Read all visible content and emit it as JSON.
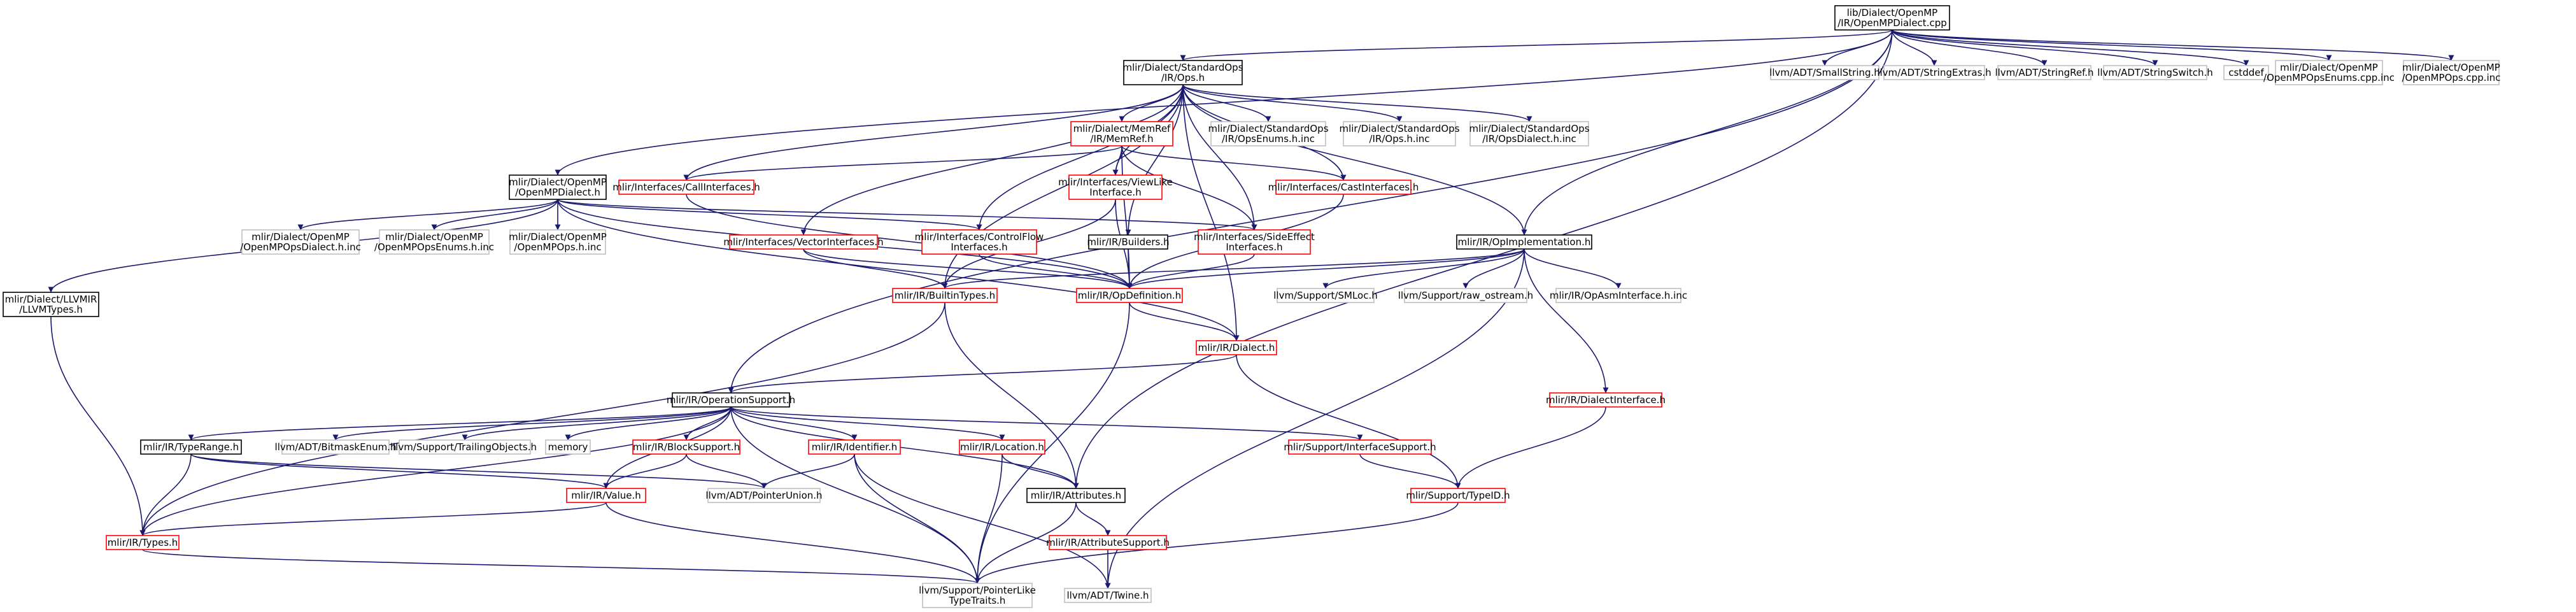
{
  "colors": {
    "edge": "#191970",
    "root_fill": "#bfbfbf",
    "documented_border": "#000000",
    "missing_border": "#ff0000",
    "external_border": "#bfbfbf",
    "text": "#000000",
    "external_text": "#000000"
  },
  "nodes": [
    {
      "id": "root",
      "kind": "root",
      "lines": [
        "lib/Dialect/OpenMP",
        "/IR/OpenMPDialect.cpp"
      ]
    },
    {
      "id": "stdops",
      "kind": "documented",
      "lines": [
        "mlir/Dialect/StandardOps",
        "/IR/Ops.h"
      ]
    },
    {
      "id": "smallstring",
      "kind": "external",
      "lines": [
        "llvm/ADT/SmallString.h"
      ]
    },
    {
      "id": "stringextras",
      "kind": "external",
      "lines": [
        "llvm/ADT/StringExtras.h"
      ]
    },
    {
      "id": "stringref",
      "kind": "external",
      "lines": [
        "llvm/ADT/StringRef.h"
      ]
    },
    {
      "id": "stringswitch",
      "kind": "external",
      "lines": [
        "llvm/ADT/StringSwitch.h"
      ]
    },
    {
      "id": "cstddef",
      "kind": "external",
      "lines": [
        "cstddef"
      ]
    },
    {
      "id": "enumscpp",
      "kind": "external",
      "lines": [
        "mlir/Dialect/OpenMP",
        "/OpenMPOpsEnums.cpp.inc"
      ]
    },
    {
      "id": "opscpp",
      "kind": "external",
      "lines": [
        "mlir/Dialect/OpenMP",
        "/OpenMPOps.cpp.inc"
      ]
    },
    {
      "id": "memref",
      "kind": "missing",
      "lines": [
        "mlir/Dialect/MemRef",
        "/IR/MemRef.h"
      ]
    },
    {
      "id": "stdenums",
      "kind": "external",
      "lines": [
        "mlir/Dialect/StandardOps",
        "/IR/OpsEnums.h.inc"
      ]
    },
    {
      "id": "stdopshinc",
      "kind": "external",
      "lines": [
        "mlir/Dialect/StandardOps",
        "/IR/Ops.h.inc"
      ]
    },
    {
      "id": "stddialectinc",
      "kind": "external",
      "lines": [
        "mlir/Dialect/StandardOps",
        "/IR/OpsDialect.h.inc"
      ]
    },
    {
      "id": "ompdialect",
      "kind": "documented",
      "lines": [
        "mlir/Dialect/OpenMP",
        "/OpenMPDialect.h"
      ]
    },
    {
      "id": "callif",
      "kind": "missing",
      "lines": [
        "mlir/Interfaces/CallInterfaces.h"
      ]
    },
    {
      "id": "viewlike",
      "kind": "missing",
      "lines": [
        "mlir/Interfaces/ViewLike",
        "Interface.h"
      ]
    },
    {
      "id": "castif",
      "kind": "missing",
      "lines": [
        "mlir/Interfaces/CastInterfaces.h"
      ]
    },
    {
      "id": "ompdialecthinc",
      "kind": "external",
      "lines": [
        "mlir/Dialect/OpenMP",
        "/OpenMPOpsDialect.h.inc"
      ]
    },
    {
      "id": "ompenumshinc",
      "kind": "external",
      "lines": [
        "mlir/Dialect/OpenMP",
        "/OpenMPOpsEnums.h.inc"
      ]
    },
    {
      "id": "ompopshinc",
      "kind": "external",
      "lines": [
        "mlir/Dialect/OpenMP",
        "/OpenMPOps.h.inc"
      ]
    },
    {
      "id": "vectorif",
      "kind": "missing",
      "lines": [
        "mlir/Interfaces/VectorInterfaces.h"
      ]
    },
    {
      "id": "controlflow",
      "kind": "missing",
      "lines": [
        "mlir/Interfaces/ControlFlow",
        "Interfaces.h"
      ]
    },
    {
      "id": "builders",
      "kind": "documented",
      "lines": [
        "mlir/IR/Builders.h"
      ]
    },
    {
      "id": "sideeffect",
      "kind": "missing",
      "lines": [
        "mlir/Interfaces/SideEffect",
        "Interfaces.h"
      ]
    },
    {
      "id": "opimpl",
      "kind": "documented",
      "lines": [
        "mlir/IR/OpImplementation.h"
      ]
    },
    {
      "id": "llvmtypes",
      "kind": "documented",
      "lines": [
        "mlir/Dialect/LLVMIR",
        "/LLVMTypes.h"
      ]
    },
    {
      "id": "builtintypes",
      "kind": "missing",
      "lines": [
        "mlir/IR/BuiltinTypes.h"
      ]
    },
    {
      "id": "opdef",
      "kind": "missing",
      "lines": [
        "mlir/IR/OpDefinition.h"
      ]
    },
    {
      "id": "smloc",
      "kind": "external",
      "lines": [
        "llvm/Support/SMLoc.h"
      ]
    },
    {
      "id": "rawostream",
      "kind": "external",
      "lines": [
        "llvm/Support/raw_ostream.h"
      ]
    },
    {
      "id": "opasminc",
      "kind": "external",
      "lines": [
        "mlir/IR/OpAsmInterface.h.inc"
      ]
    },
    {
      "id": "dialect",
      "kind": "missing",
      "lines": [
        "mlir/IR/Dialect.h"
      ]
    },
    {
      "id": "opsupport",
      "kind": "documented",
      "lines": [
        "mlir/IR/OperationSupport.h"
      ]
    },
    {
      "id": "dialectif",
      "kind": "missing",
      "lines": [
        "mlir/IR/DialectInterface.h"
      ]
    },
    {
      "id": "typerange",
      "kind": "documented",
      "lines": [
        "mlir/IR/TypeRange.h"
      ]
    },
    {
      "id": "bitmaskenum",
      "kind": "external",
      "lines": [
        "llvm/ADT/BitmaskEnum.h"
      ]
    },
    {
      "id": "trailingobj",
      "kind": "external",
      "lines": [
        "llvm/Support/TrailingObjects.h"
      ]
    },
    {
      "id": "memory",
      "kind": "external",
      "lines": [
        "memory"
      ]
    },
    {
      "id": "blocksupport",
      "kind": "missing",
      "lines": [
        "mlir/IR/BlockSupport.h"
      ]
    },
    {
      "id": "identifier",
      "kind": "missing",
      "lines": [
        "mlir/IR/Identifier.h"
      ]
    },
    {
      "id": "location",
      "kind": "missing",
      "lines": [
        "mlir/IR/Location.h"
      ]
    },
    {
      "id": "ifsupport",
      "kind": "missing",
      "lines": [
        "mlir/Support/InterfaceSupport.h"
      ]
    },
    {
      "id": "value",
      "kind": "missing",
      "lines": [
        "mlir/IR/Value.h"
      ]
    },
    {
      "id": "pointerunion",
      "kind": "external",
      "lines": [
        "llvm/ADT/PointerUnion.h"
      ]
    },
    {
      "id": "attributes",
      "kind": "documented",
      "lines": [
        "mlir/IR/Attributes.h"
      ]
    },
    {
      "id": "typeid",
      "kind": "missing",
      "lines": [
        "mlir/Support/TypeID.h"
      ]
    },
    {
      "id": "types",
      "kind": "missing",
      "lines": [
        "mlir/IR/Types.h"
      ]
    },
    {
      "id": "attrsupport",
      "kind": "missing",
      "lines": [
        "mlir/IR/AttributeSupport.h"
      ]
    },
    {
      "id": "ptrliketraits",
      "kind": "external",
      "lines": [
        "llvm/Support/PointerLike",
        "TypeTraits.h"
      ]
    },
    {
      "id": "twine",
      "kind": "external",
      "lines": [
        "llvm/ADT/Twine.h"
      ]
    }
  ],
  "edges": [
    [
      "root",
      "stdops"
    ],
    [
      "root",
      "smallstring"
    ],
    [
      "root",
      "stringextras"
    ],
    [
      "root",
      "stringref"
    ],
    [
      "root",
      "stringswitch"
    ],
    [
      "root",
      "cstddef"
    ],
    [
      "root",
      "enumscpp"
    ],
    [
      "root",
      "opscpp"
    ],
    [
      "root",
      "ompdialect"
    ],
    [
      "root",
      "opimpl"
    ],
    [
      "root",
      "opsupport"
    ],
    [
      "root",
      "attributes"
    ],
    [
      "stdops",
      "memref"
    ],
    [
      "stdops",
      "stdenums"
    ],
    [
      "stdops",
      "stdopshinc"
    ],
    [
      "stdops",
      "stddialectinc"
    ],
    [
      "stdops",
      "callif"
    ],
    [
      "stdops",
      "castif"
    ],
    [
      "stdops",
      "viewlike"
    ],
    [
      "stdops",
      "vectorif"
    ],
    [
      "stdops",
      "controlflow"
    ],
    [
      "stdops",
      "builders"
    ],
    [
      "stdops",
      "sideeffect"
    ],
    [
      "stdops",
      "opimpl"
    ],
    [
      "stdops",
      "builtintypes"
    ],
    [
      "stdops",
      "dialect"
    ],
    [
      "memref",
      "callif"
    ],
    [
      "memref",
      "castif"
    ],
    [
      "memref",
      "viewlike"
    ],
    [
      "memref",
      "sideeffect"
    ],
    [
      "memref",
      "opdef"
    ],
    [
      "ompdialect",
      "ompdialecthinc"
    ],
    [
      "ompdialect",
      "ompenumshinc"
    ],
    [
      "ompdialect",
      "ompopshinc"
    ],
    [
      "ompdialect",
      "llvmtypes"
    ],
    [
      "ompdialect",
      "controlflow"
    ],
    [
      "ompdialect",
      "sideeffect"
    ],
    [
      "ompdialect",
      "opdef"
    ],
    [
      "ompdialect",
      "dialect"
    ],
    [
      "callif",
      "opdef"
    ],
    [
      "castif",
      "opdef"
    ],
    [
      "viewlike",
      "builtintypes"
    ],
    [
      "viewlike",
      "opdef"
    ],
    [
      "vectorif",
      "builtintypes"
    ],
    [
      "vectorif",
      "opdef"
    ],
    [
      "controlflow",
      "opdef"
    ],
    [
      "builders",
      "opdef"
    ],
    [
      "sideeffect",
      "opdef"
    ],
    [
      "opimpl",
      "builtintypes"
    ],
    [
      "opimpl",
      "opdef"
    ],
    [
      "opimpl",
      "smloc"
    ],
    [
      "opimpl",
      "rawostream"
    ],
    [
      "opimpl",
      "opasminc"
    ],
    [
      "opimpl",
      "dialectif"
    ],
    [
      "opimpl",
      "twine"
    ],
    [
      "llvmtypes",
      "types"
    ],
    [
      "builtintypes",
      "types"
    ],
    [
      "builtintypes",
      "attributes"
    ],
    [
      "opdef",
      "dialect"
    ],
    [
      "opdef",
      "ptrliketraits"
    ],
    [
      "dialect",
      "opsupport"
    ],
    [
      "dialect",
      "typeid"
    ],
    [
      "opsupport",
      "typerange"
    ],
    [
      "opsupport",
      "bitmaskenum"
    ],
    [
      "opsupport",
      "trailingobj"
    ],
    [
      "opsupport",
      "memory"
    ],
    [
      "opsupport",
      "blocksupport"
    ],
    [
      "opsupport",
      "identifier"
    ],
    [
      "opsupport",
      "location"
    ],
    [
      "opsupport",
      "ifsupport"
    ],
    [
      "opsupport",
      "value"
    ],
    [
      "opsupport",
      "types"
    ],
    [
      "opsupport",
      "attributes"
    ],
    [
      "opsupport",
      "ptrliketraits"
    ],
    [
      "dialectif",
      "typeid"
    ],
    [
      "typerange",
      "value"
    ],
    [
      "typerange",
      "types"
    ],
    [
      "typerange",
      "pointerunion"
    ],
    [
      "blocksupport",
      "value"
    ],
    [
      "blocksupport",
      "pointerunion"
    ],
    [
      "identifier",
      "pointerunion"
    ],
    [
      "identifier",
      "ptrliketraits"
    ],
    [
      "identifier",
      "twine"
    ],
    [
      "location",
      "attributes"
    ],
    [
      "location",
      "ptrliketraits"
    ],
    [
      "ifsupport",
      "typeid"
    ],
    [
      "value",
      "types"
    ],
    [
      "value",
      "ptrliketraits"
    ],
    [
      "attributes",
      "attrsupport"
    ],
    [
      "attributes",
      "ptrliketraits"
    ],
    [
      "attrsupport",
      "twine"
    ],
    [
      "typeid",
      "ptrliketraits"
    ],
    [
      "types",
      "ptrliketraits"
    ]
  ]
}
